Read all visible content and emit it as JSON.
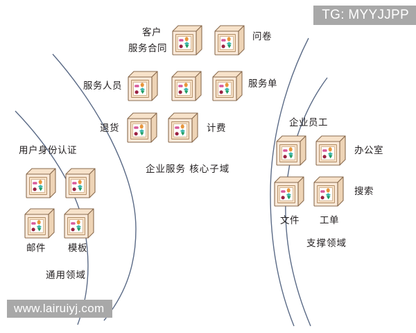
{
  "diagram": {
    "title_hidden": "",
    "watermarks": {
      "telegram": "TG: MYYJJPP",
      "website": "www.lairuiyj.com"
    },
    "domains": [
      {
        "id": "core",
        "name": "企业服务 核心子域",
        "position": "center",
        "labels": [
          {
            "id": "customer-service-contract",
            "text": "客户\n服务合同"
          },
          {
            "id": "questionnaire",
            "text": "问卷"
          },
          {
            "id": "service-staff",
            "text": "服务人员"
          },
          {
            "id": "service-order",
            "text": "服务单"
          },
          {
            "id": "return-goods",
            "text": "退货"
          },
          {
            "id": "billing",
            "text": "计费"
          }
        ],
        "box_count": 7
      },
      {
        "id": "generic",
        "name": "通用领域",
        "position": "left",
        "labels": [
          {
            "id": "user-identity-auth",
            "text": "用户身份认证"
          },
          {
            "id": "email",
            "text": "邮件"
          },
          {
            "id": "template",
            "text": "模板"
          }
        ],
        "box_count": 4
      },
      {
        "id": "supporting",
        "name": "支撑领域",
        "position": "right",
        "labels": [
          {
            "id": "enterprise-employee",
            "text": "企业员工"
          },
          {
            "id": "office",
            "text": "办公室"
          },
          {
            "id": "search",
            "text": "搜索"
          },
          {
            "id": "file",
            "text": "文件"
          },
          {
            "id": "work-order",
            "text": "工单"
          }
        ],
        "box_count": 4
      }
    ],
    "center_labels": {
      "customer_line1": "客户",
      "customer_line2": "服务合同",
      "questionnaire": "问卷",
      "service_staff": "服务人员",
      "service_order": "服务单",
      "return_goods": "退货",
      "billing": "计费",
      "domain_name": "企业服务 核心子域"
    },
    "left_labels": {
      "user_auth": "用户身份认证",
      "email": "邮件",
      "template": "模板",
      "domain_name": "通用领域"
    },
    "right_labels": {
      "enterprise_employee": "企业员工",
      "office": "办公室",
      "search": "搜索",
      "file": "文件",
      "work_order": "工单",
      "domain_name": "支撑领域"
    },
    "colors": {
      "box_face": "#fbe9d7",
      "box_side": "#f2d9c0",
      "box_outline": "#8a6b4f",
      "inner_panel": "#ffffff",
      "shape_orange": "#e8963c",
      "shape_pink": "#d8589a",
      "shape_teal": "#3fb8ae",
      "shape_darkred": "#9b2242",
      "shape_green": "#1f9d62",
      "curve_stroke": "#5a6a86",
      "text": "#231f20",
      "watermark_bg": "#a8a8a8",
      "watermark_text": "#ffffff"
    }
  }
}
